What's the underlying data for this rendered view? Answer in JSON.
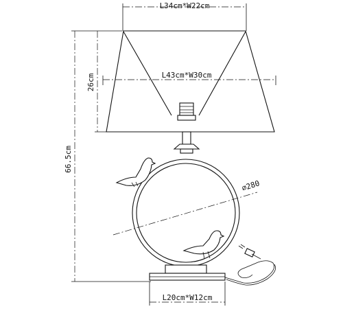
{
  "dimensions": {
    "shade_top": "L34cm*W22cm",
    "shade_bottom": "L43cm*W30cm",
    "shade_height": "26cm",
    "total_height": "66.5cm",
    "ring_diameter": "⌀280",
    "base": "L20cm*W12cm"
  },
  "colors": {
    "line": "#111111",
    "background": "#ffffff"
  }
}
